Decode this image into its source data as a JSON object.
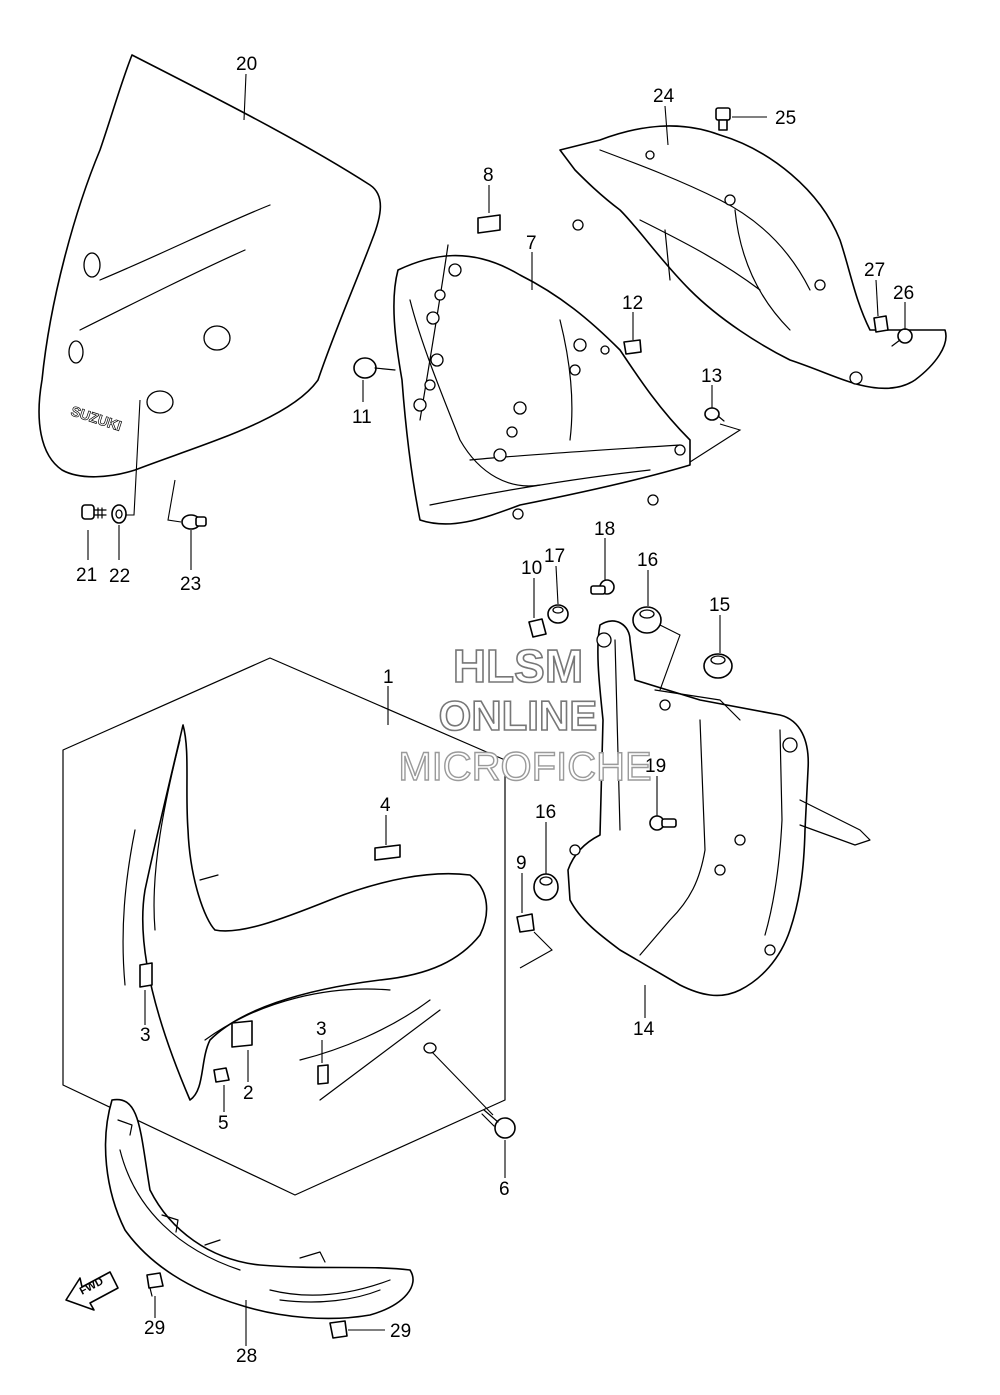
{
  "watermark": {
    "line1": "HLSM",
    "line2": "ONLINE",
    "line3": "MICROFICHE"
  },
  "windscreen_logo": "SUZUKI",
  "fwd_label": "FWD",
  "callouts": [
    {
      "id": "c20",
      "label": "20"
    },
    {
      "id": "c21",
      "label": "21"
    },
    {
      "id": "c22",
      "label": "22"
    },
    {
      "id": "c23",
      "label": "23"
    },
    {
      "id": "c8",
      "label": "8"
    },
    {
      "id": "c7",
      "label": "7"
    },
    {
      "id": "c11",
      "label": "11"
    },
    {
      "id": "c12",
      "label": "12"
    },
    {
      "id": "c13",
      "label": "13"
    },
    {
      "id": "c24",
      "label": "24"
    },
    {
      "id": "c25",
      "label": "25"
    },
    {
      "id": "c27",
      "label": "27"
    },
    {
      "id": "c26",
      "label": "26"
    },
    {
      "id": "c18",
      "label": "18"
    },
    {
      "id": "c17",
      "label": "17"
    },
    {
      "id": "c10",
      "label": "10"
    },
    {
      "id": "c16a",
      "label": "16"
    },
    {
      "id": "c15",
      "label": "15"
    },
    {
      "id": "c19",
      "label": "19"
    },
    {
      "id": "c16b",
      "label": "16"
    },
    {
      "id": "c9",
      "label": "9"
    },
    {
      "id": "c14",
      "label": "14"
    },
    {
      "id": "c1",
      "label": "1"
    },
    {
      "id": "c4",
      "label": "4"
    },
    {
      "id": "c3a",
      "label": "3"
    },
    {
      "id": "c3b",
      "label": "3"
    },
    {
      "id": "c2",
      "label": "2"
    },
    {
      "id": "c5",
      "label": "5"
    },
    {
      "id": "c6",
      "label": "6"
    },
    {
      "id": "c29a",
      "label": "29"
    },
    {
      "id": "c28",
      "label": "28"
    },
    {
      "id": "c29b",
      "label": "29"
    }
  ]
}
